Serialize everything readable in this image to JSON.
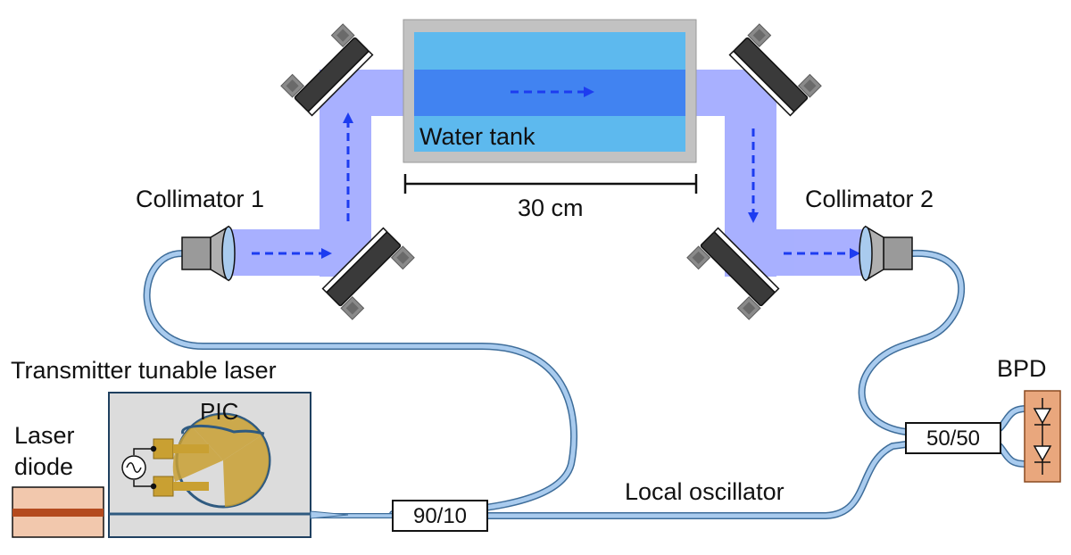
{
  "labels": {
    "water_tank": "Water tank",
    "scale": "30 cm",
    "collimator_1": "Collimator 1",
    "collimator_2": "Collimator 2",
    "transmitter": "Transmitter tunable laser",
    "pic": "PIC",
    "laser": "Laser",
    "diode": "diode",
    "splitter_90_10": "90/10",
    "local_oscillator": "Local oscillator",
    "splitter_50_50": "50/50",
    "bpd": "BPD"
  },
  "colors": {
    "beam": "#8c96ff",
    "water": "#5db9ee",
    "tank_frame": "#c2c2c2",
    "fiber": "#a9cbee",
    "fiber_edge": "#3e6d9a",
    "arrow": "#1d3cf0",
    "pic_gold": "#c9a032",
    "laser_chip": "#f2c8ad",
    "laser_stripe": "#b44a1e",
    "bpd_box": "#e9a77d",
    "mirror_body": "#3a3a3a",
    "mount_knob": "#7a7a7a"
  }
}
